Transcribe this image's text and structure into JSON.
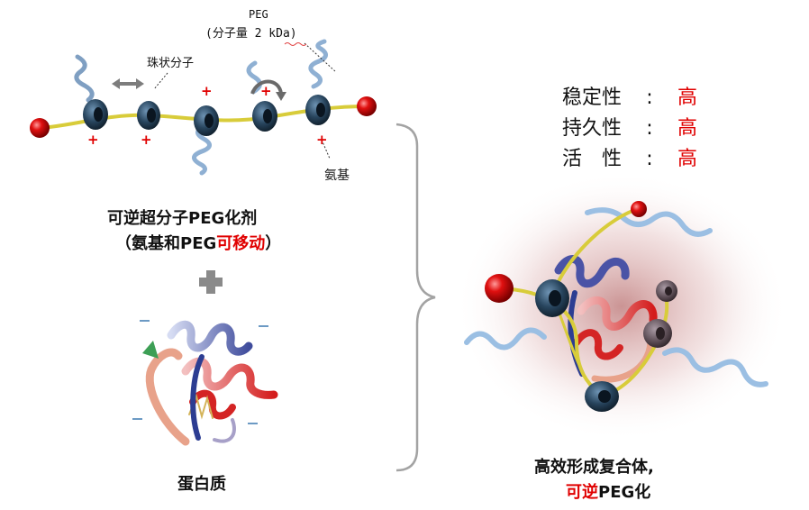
{
  "peg": {
    "line1": "PEG",
    "line2": "(分子量 2 kDa)"
  },
  "labels": {
    "bead": "珠状分子",
    "amino": "氨基",
    "plus": "+",
    "minus": "—"
  },
  "agent": {
    "line1": "可逆超分子PEG化剂",
    "line2_prefix": "（氨基和PEG",
    "line2_red": "可移动",
    "line2_suffix": "）"
  },
  "protein": {
    "label": "蛋白质"
  },
  "properties": [
    {
      "name": "稳定性",
      "value": "高"
    },
    {
      "name": "持久性",
      "value": "高"
    },
    {
      "name": "活　性",
      "value": "高"
    }
  ],
  "complex": {
    "line1": "高效形成复合体,",
    "line2_red": "可逆",
    "line2_black": "PEG化"
  },
  "colors": {
    "accent": "#e00000",
    "ring": "#2b4a63",
    "axle": "#d8cc3a",
    "peg": "#9bbfe3"
  }
}
